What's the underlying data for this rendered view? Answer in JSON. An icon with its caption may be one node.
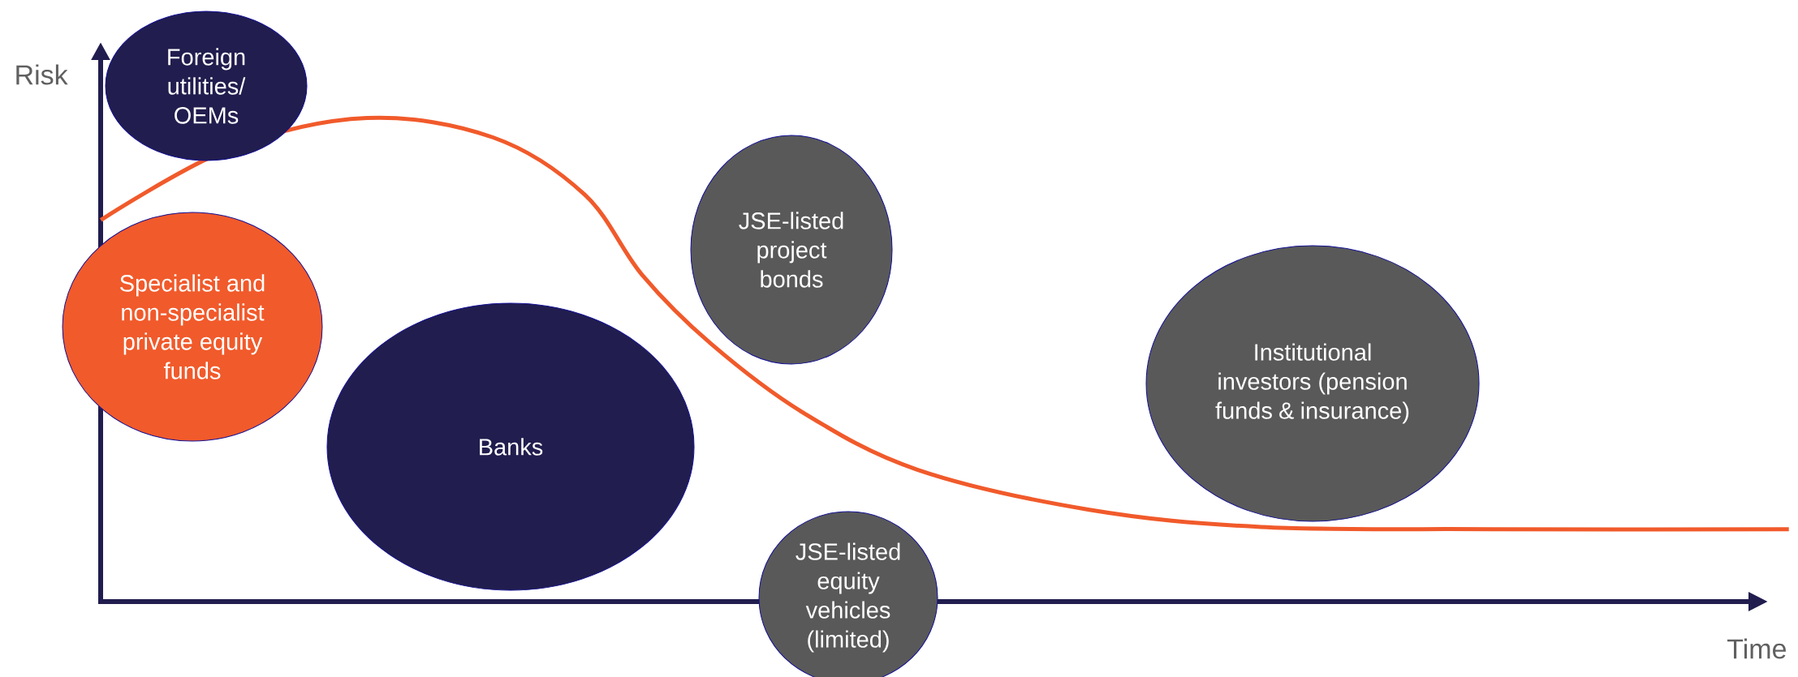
{
  "diagram": {
    "nodes": [
      {
        "text": [
          "Foreign utilities/ OEMs"
        ]
      },
      {
        "text": [
          "Specialist and non-specialist private equity funds"
        ]
      },
      {
        "text": [
          "Banks"
        ]
      },
      {
        "text": [
          "JSE-listed project bonds"
        ]
      },
      {
        "text": [
          "Institutional investors (pension funds & insurance)"
        ]
      },
      {
        "text": [
          "JSE-listed equity vehicles (limited)"
        ]
      }
    ],
    "labels": [
      "Risk",
      "Time"
    ]
  }
}
